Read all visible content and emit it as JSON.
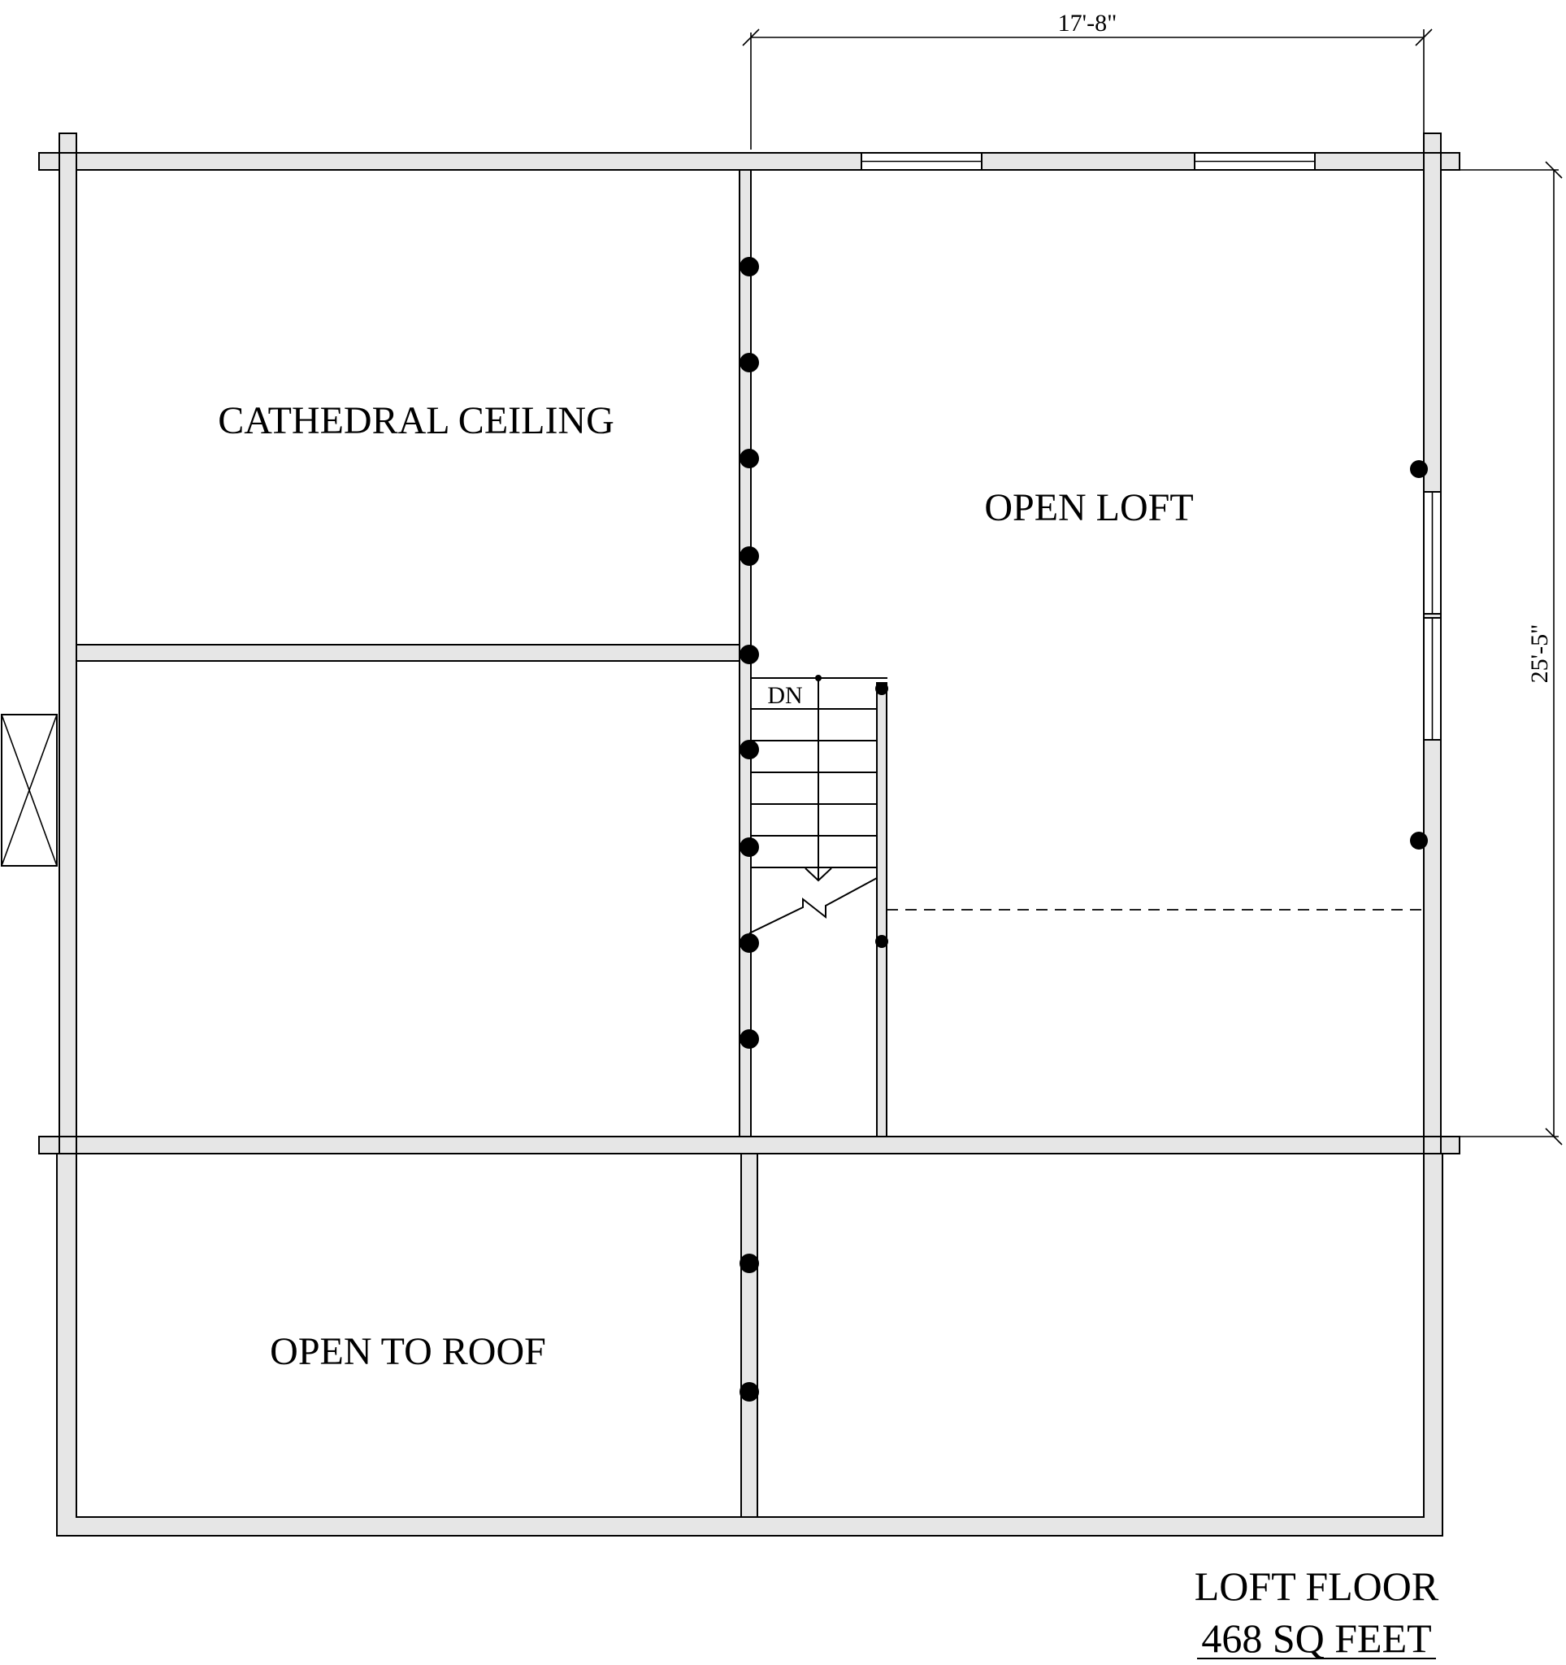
{
  "rooms": {
    "cathedral_ceiling": "CATHEDRAL CEILING",
    "open_loft": "OPEN LOFT",
    "open_to_roof": "OPEN TO ROOF"
  },
  "stairs": {
    "direction_label": "DN"
  },
  "dimensions": {
    "width": "17'-8\"",
    "depth": "25'-5\""
  },
  "title": {
    "line1": "LOFT FLOOR",
    "line2": "468 SQ FEET"
  }
}
